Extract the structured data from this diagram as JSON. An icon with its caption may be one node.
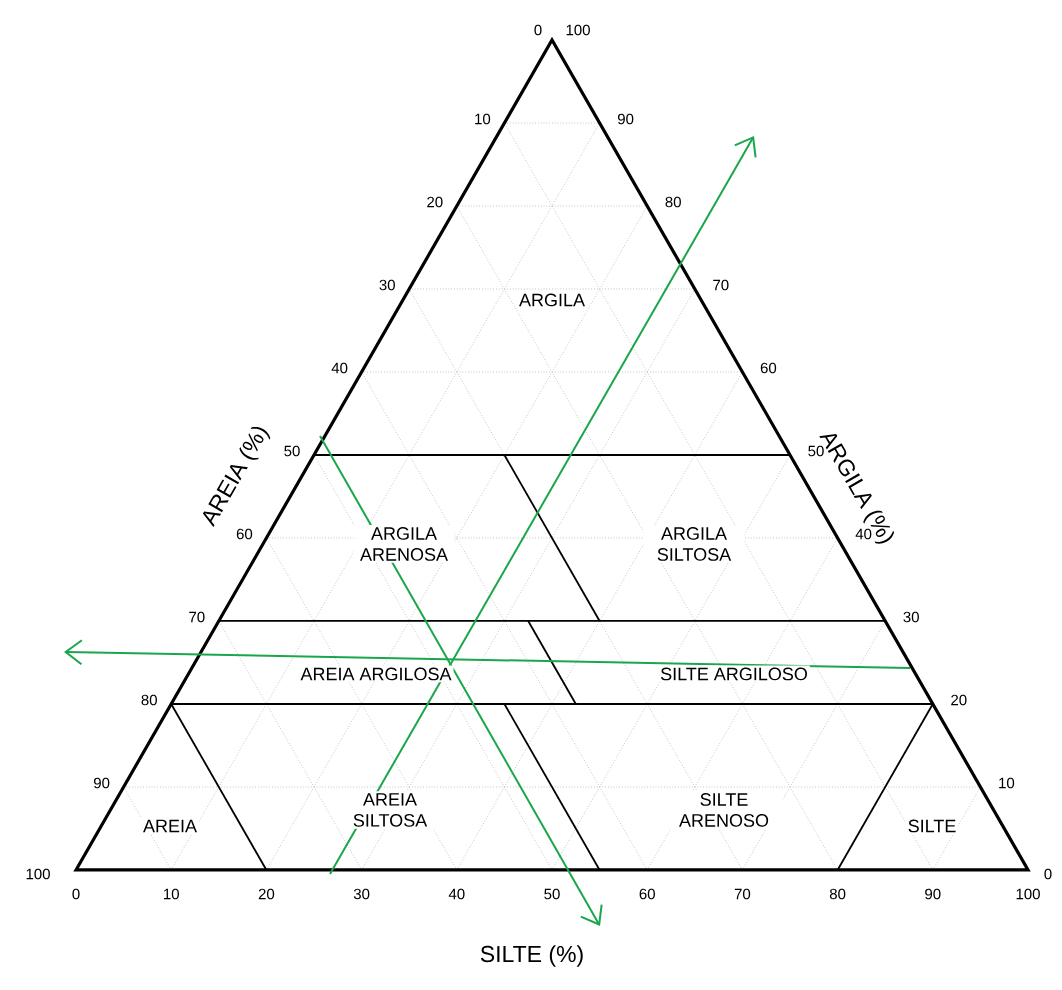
{
  "diagram": {
    "labels": [
      "0",
      "100",
      "10",
      "20",
      "30",
      "40",
      "50",
      "60",
      "70",
      "80",
      "90",
      "100",
      "90",
      "80",
      "70",
      "60",
      "50",
      "40",
      "30",
      "20",
      "10",
      "0",
      "0",
      "10",
      "20",
      "30",
      "40",
      "50",
      "60",
      "70",
      "80",
      "90",
      "100",
      "AREIA (%)",
      "ARGILA (%)",
      "SILTE (%)",
      "ARGILA",
      "ARGILA ARENOSA",
      "ARGILA SILTOSA",
      "AREIA ARGILOSA",
      "SILTE ARGILOSO",
      "AREIA",
      "AREIA SILTOSA",
      "SILTE ARENOSO",
      "SILTE"
    ]
  }
}
